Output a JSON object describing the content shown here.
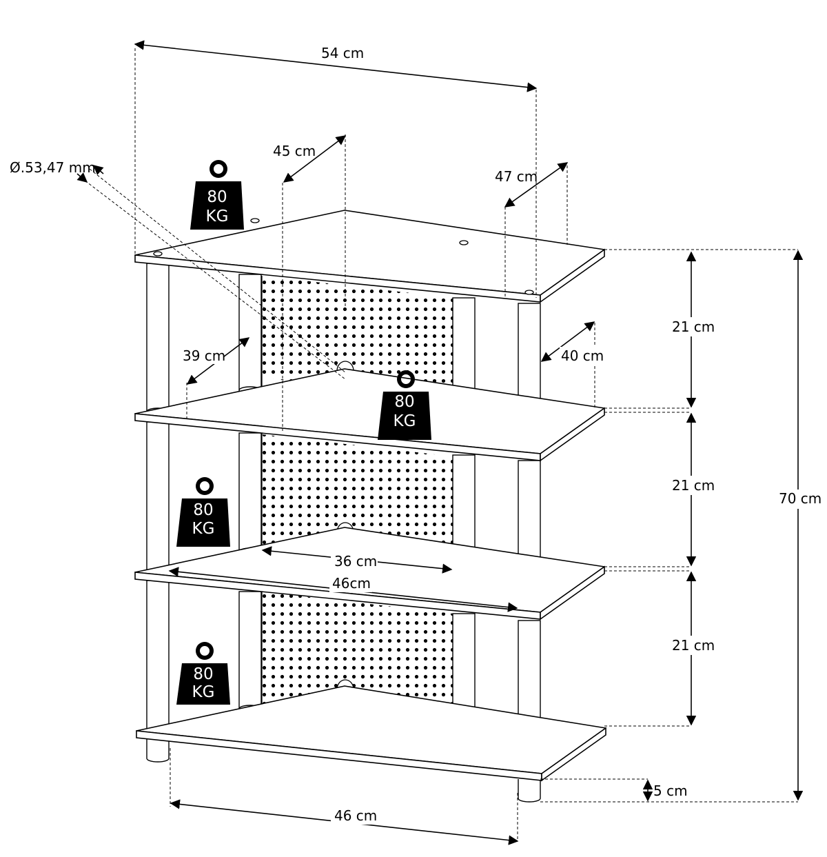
{
  "dimensions": {
    "top_width": "54 cm",
    "depth_45": "45 cm",
    "depth_47": "47 cm",
    "diameter": "Ø.53,47 mm",
    "depth_39": "39 cm",
    "depth_40": "40 cm",
    "inner_36": "36 cm",
    "inner_46": "46cm",
    "bottom_46": "46 cm",
    "shelf_gap_1": "21 cm",
    "shelf_gap_2": "21 cm",
    "shelf_gap_3": "21 cm",
    "total_height": "70 cm",
    "foot_height": "5 cm"
  },
  "weights": [
    {
      "line1": "80",
      "line2": "KG"
    },
    {
      "line1": "80",
      "line2": "KG"
    },
    {
      "line1": "80",
      "line2": "KG"
    },
    {
      "line1": "80",
      "line2": "KG"
    }
  ]
}
